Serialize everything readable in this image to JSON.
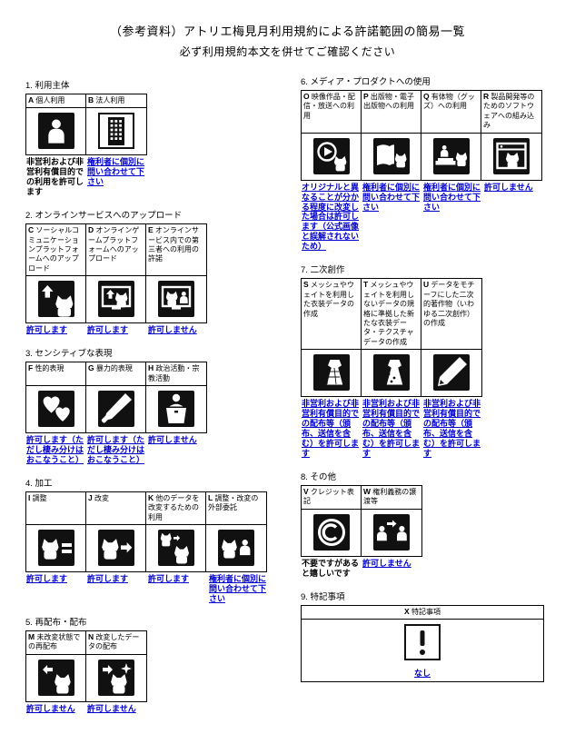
{
  "page": {
    "title": "（参考資料）アトリエ梅見月利用規約による許諾範囲の簡易一覧",
    "subtitle": "必ず利用規約本文を併せてご確認ください"
  },
  "colors": {
    "link_blue": "#0000cc",
    "text": "#000000",
    "icon_fill": "#111111"
  },
  "sections": [
    {
      "id": "usage-subject",
      "column": "left",
      "title": "1. 利用主体",
      "items": [
        {
          "code": "A",
          "label": "個人利用",
          "icon": "person",
          "status": "非営利および非営利有償目的での利用を許可します",
          "link": false
        },
        {
          "code": "B",
          "label": "法人利用",
          "icon": "building",
          "status": "権利者に個別に問い合わせて下さい",
          "link": true
        }
      ]
    },
    {
      "id": "online-upload",
      "column": "left",
      "title": "2. オンラインサービスへのアップロード",
      "items": [
        {
          "code": "C",
          "label": "ソーシャルコミュニケーションプラットフォームへのアップロード",
          "icon": "upload-social",
          "status": "許可します",
          "link": true
        },
        {
          "code": "D",
          "label": "オンラインゲームプラットフォームへのアップロード",
          "icon": "upload-game",
          "status": "許可します",
          "link": true
        },
        {
          "code": "E",
          "label": "オンラインサービス内での第三者への利用の許諾",
          "icon": "service-license",
          "status": "許可しません",
          "link": true
        }
      ]
    },
    {
      "id": "sensitive-expression",
      "column": "left",
      "title": "3. センシティブな表現",
      "items": [
        {
          "code": "F",
          "label": "性的表現",
          "icon": "hearts",
          "status": "許可します（ただし棲み分けはおこなうこと）",
          "link": true
        },
        {
          "code": "G",
          "label": "暴力的表現",
          "icon": "knife",
          "status": "許可します（ただし棲み分けはおこなうこと）",
          "link": true
        },
        {
          "code": "H",
          "label": "政治活動・宗教活動",
          "icon": "podium",
          "status": "許可しません",
          "link": true
        }
      ]
    },
    {
      "id": "processing",
      "column": "left",
      "title": "4. 加工",
      "items": [
        {
          "code": "I",
          "label": "調整",
          "icon": "adjust",
          "status": "許可します",
          "link": true
        },
        {
          "code": "J",
          "label": "改変",
          "icon": "modify",
          "status": "許可します",
          "link": true
        },
        {
          "code": "K",
          "label": "他のデータを改変するための利用",
          "icon": "modify-other",
          "status": "許可します",
          "link": true
        },
        {
          "code": "L",
          "label": "調整・改変の外部委託",
          "icon": "outsource",
          "status": "権利者に個別に問い合わせて下さい",
          "link": true
        }
      ]
    },
    {
      "id": "redistribution",
      "column": "left",
      "title": "5. 再配布・配布",
      "items": [
        {
          "code": "M",
          "label": "未改変状態での再配布",
          "icon": "redistribute",
          "status": "許可しません",
          "link": true
        },
        {
          "code": "N",
          "label": "改変したデータの配布",
          "icon": "distribute-modified",
          "status": "許可しません",
          "link": true
        }
      ]
    },
    {
      "id": "media-products",
      "column": "right",
      "title": "6. メディア・プロダクトへの使用",
      "items": [
        {
          "code": "O",
          "label": "映像作品・配信・放送への利用",
          "icon": "video",
          "status": "オリジナルと異なることが分かる程度に改変した場合は許可します（公式画像と誤解されないため）",
          "link": true
        },
        {
          "code": "P",
          "label": "出版物・電子出版物への利用",
          "icon": "book",
          "status": "権利者に個別に問い合わせて下さい",
          "link": true
        },
        {
          "code": "Q",
          "label": "有体物（グッズ）への利用",
          "icon": "goods",
          "status": "権利者に個別に問い合わせて下さい",
          "link": true
        },
        {
          "code": "R",
          "label": "製品開発等のためのソフトウェアへの組み込み",
          "icon": "software",
          "status": "許可しません",
          "link": true
        }
      ]
    },
    {
      "id": "derivative-works",
      "column": "right",
      "title": "7. 二次創作",
      "items": [
        {
          "code": "S",
          "label": "メッシュやウェイトを利用した衣装データの作成",
          "icon": "costume-mesh",
          "status": "非営利および非営利有償目的での配布等（頒布、送信を含む）を許可します",
          "link": true
        },
        {
          "code": "T",
          "label": "メッシュやウェイトを利用しないデータの規格に準拠した新たな衣装データ・テクスチャデータの作成",
          "icon": "costume-data",
          "status": "非営利および非営利有償目的での配布等（頒布、送信を含む）を許可します",
          "link": true
        },
        {
          "code": "U",
          "label": "データをモチーフにした二次的著作物（いわゆる二次創作）の作成",
          "icon": "derivative-pen",
          "status": "非営利および非営利有償目的での配布等（頒布、送信を含む）を許可します",
          "link": true
        }
      ]
    },
    {
      "id": "others",
      "column": "right",
      "title": "8. その他",
      "items": [
        {
          "code": "V",
          "label": "クレジット表記",
          "icon": "copyright",
          "status": "不要ですがあると嬉しいです",
          "link": false
        },
        {
          "code": "W",
          "label": "権利義務の譲渡等",
          "icon": "transfer",
          "status": "許可しません",
          "link": true
        }
      ]
    },
    {
      "id": "special-notes",
      "column": "right",
      "title": "9. 特記事項",
      "style": "wide",
      "items": [
        {
          "code": "X",
          "label": "特記事項",
          "icon": "exclamation",
          "status": "なし",
          "link": true
        }
      ]
    }
  ]
}
